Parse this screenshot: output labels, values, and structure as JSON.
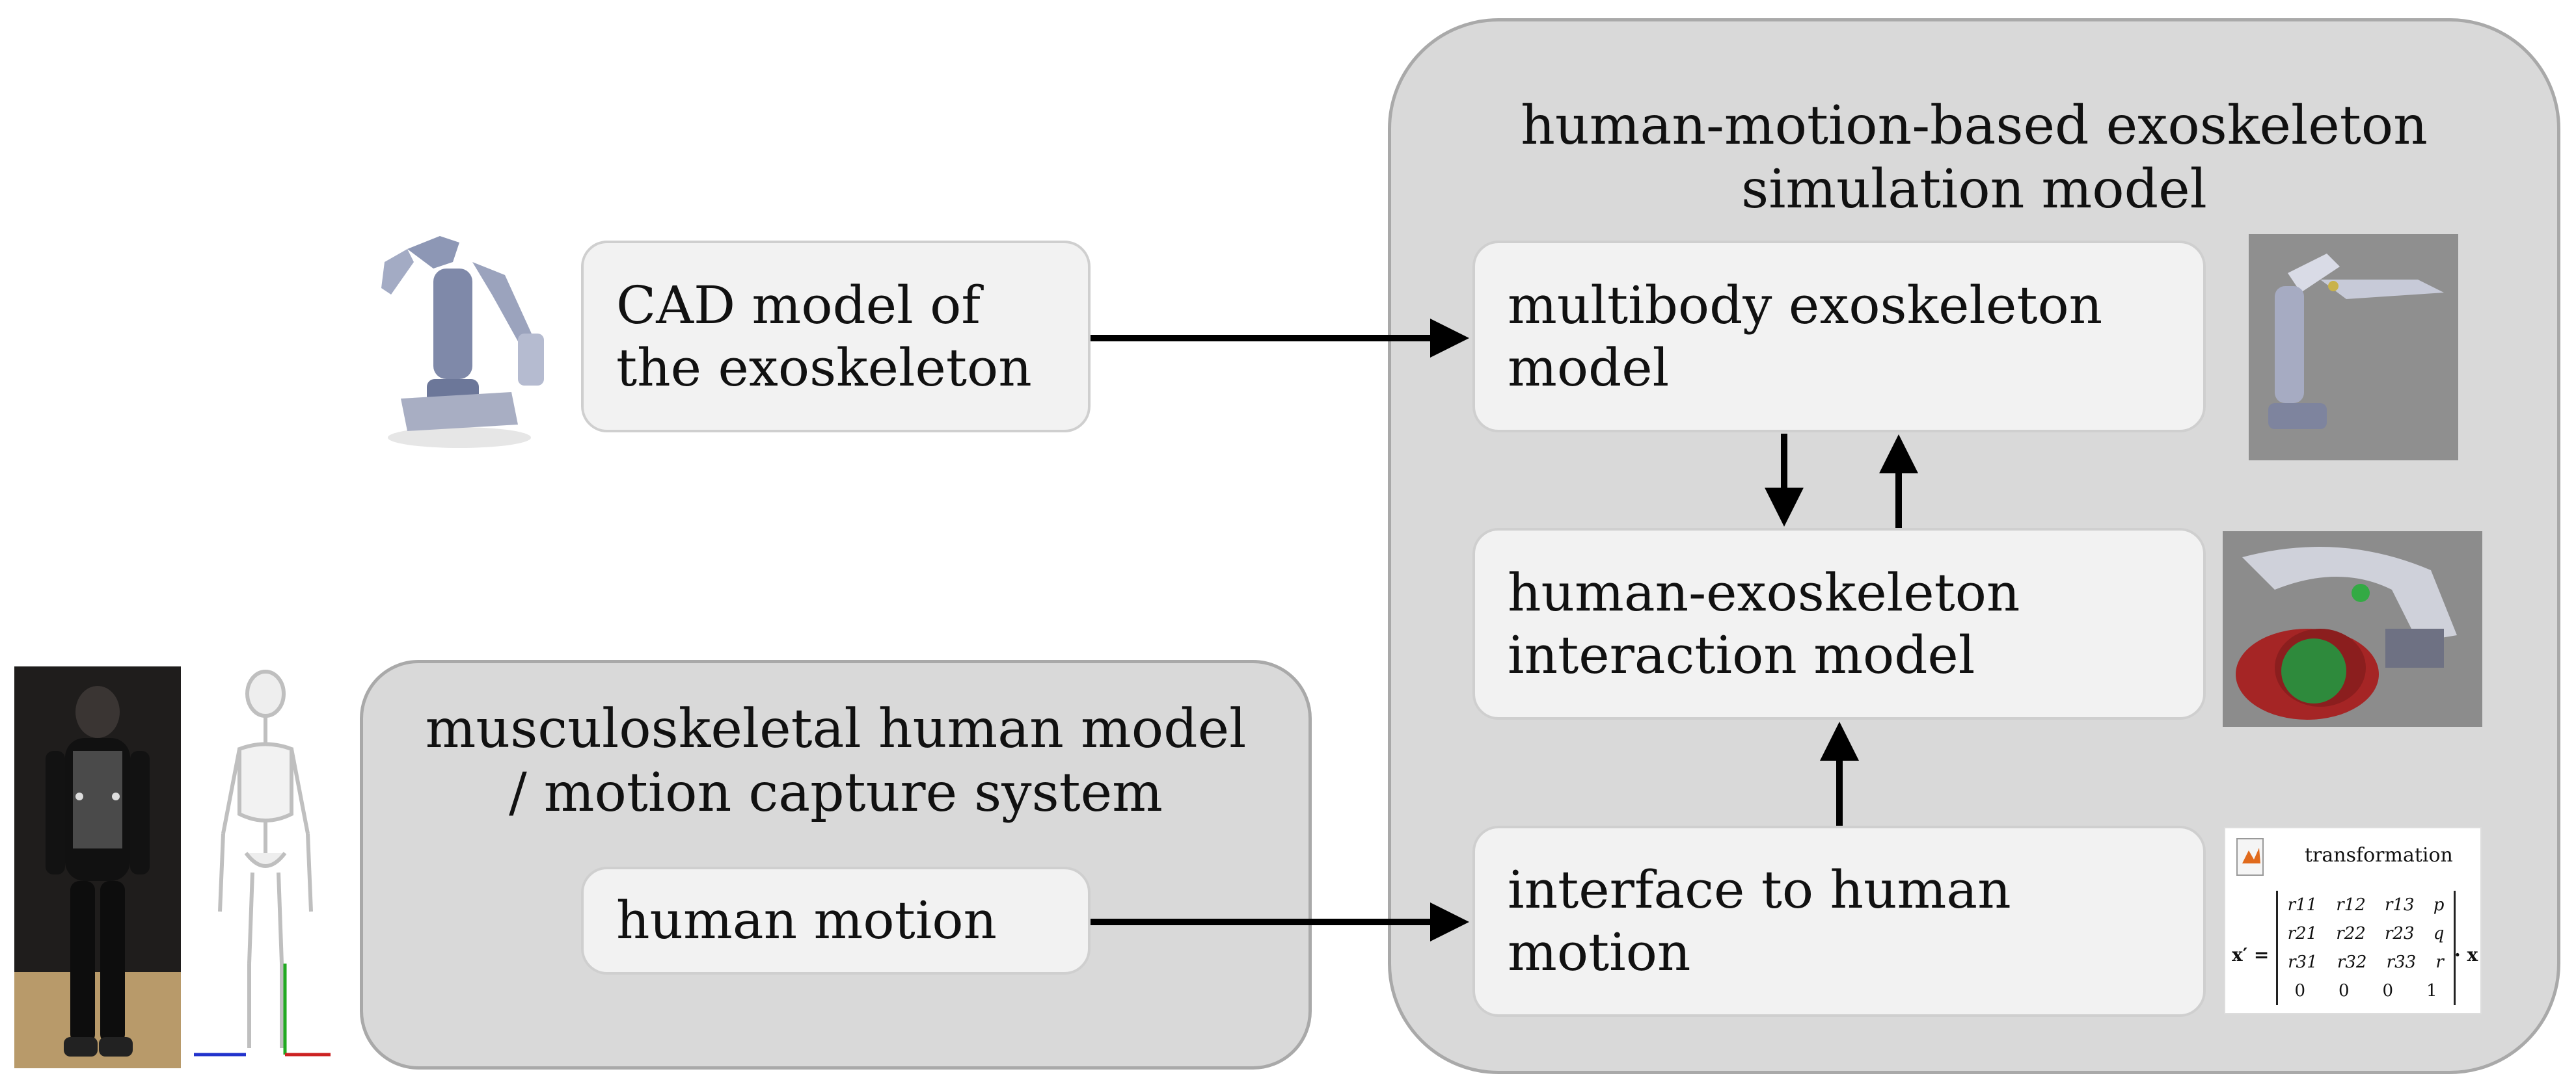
{
  "simulation_group": {
    "title": "human-motion-based exoskeleton\nsimulation model"
  },
  "human_group": {
    "title": "musculoskeletal human model\n/ motion capture system"
  },
  "boxes": {
    "cad": "CAD model of\nthe exoskeleton",
    "multibody": "multibody exoskeleton\nmodel",
    "interaction": "human-exoskeleton\ninteraction model",
    "interface": "interface to human\nmotion",
    "human_motion": "human motion"
  },
  "transformation": {
    "title": "transformation",
    "lhs": "x′ =",
    "matrix": [
      [
        "r11",
        "r12",
        "r13",
        "p"
      ],
      [
        "r21",
        "r22",
        "r23",
        "q"
      ],
      [
        "r31",
        "r32",
        "r33",
        "r"
      ],
      [
        "0",
        "0",
        "0",
        "1"
      ]
    ],
    "rhs": "· x"
  },
  "colors": {
    "group_fill": "#d9d9d9",
    "box_fill": "#f2f2f2",
    "arrow": "#000000"
  }
}
